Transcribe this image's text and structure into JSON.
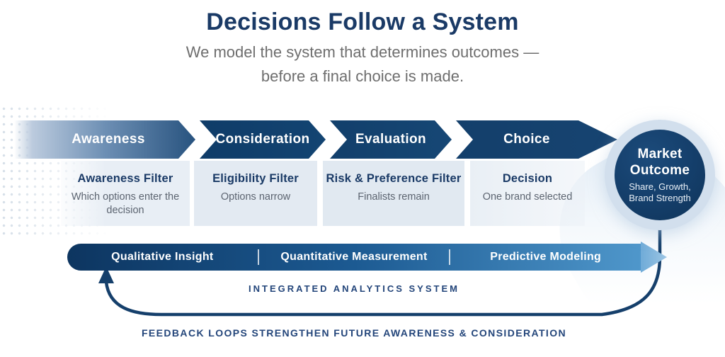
{
  "header": {
    "title": "Decisions Follow a System",
    "subtitle_line1": "We model the system that determines outcomes —",
    "subtitle_line2": "before a final choice is made."
  },
  "funnel": {
    "stages": [
      {
        "label": "Awareness"
      },
      {
        "label": "Consideration"
      },
      {
        "label": "Evaluation"
      },
      {
        "label": "Choice"
      }
    ],
    "outcome": {
      "title_line1": "Market",
      "title_line2": "Outcome",
      "sub_line1": "Share, Growth,",
      "sub_line2": "Brand Strength"
    }
  },
  "filters": [
    {
      "title": "Awareness Filter",
      "description": "Which options enter the decision"
    },
    {
      "title": "Eligibility Filter",
      "description": "Options narrow"
    },
    {
      "title": "Risk & Preference Filter",
      "description": "Finalists remain"
    },
    {
      "title": "Decision",
      "description": "One brand selected"
    }
  ],
  "analytics_bar": {
    "items": [
      {
        "label": "Qualitative Insight"
      },
      {
        "label": "Quantitative Measurement"
      },
      {
        "label": "Predictive Modeling"
      }
    ],
    "caption": "INTEGRATED ANALYTICS SYSTEM"
  },
  "footer": {
    "caption": "FEEDBACK LOOPS STRENGTHEN FUTURE AWARENESS & CONSIDERATION"
  },
  "colors": {
    "navy_text": "#1a3a66",
    "navy_dark": "#123a64",
    "chevron_navy": "#134472",
    "bar_blue_end": "#4f97cb",
    "panel_bg": "#e7edf4",
    "halo_blue": "#d2dfed",
    "gray_text": "#6e6e6e",
    "loop_stroke": "#153f6b"
  }
}
